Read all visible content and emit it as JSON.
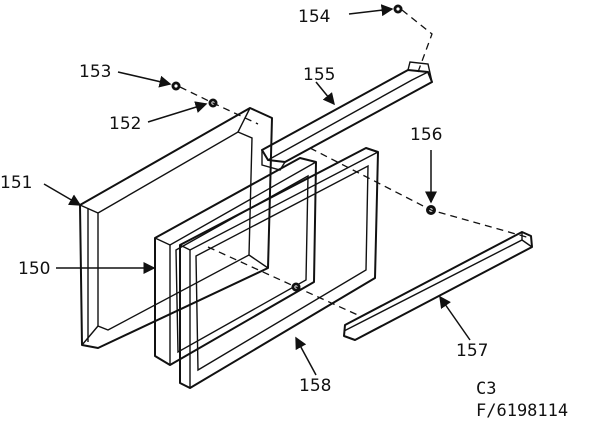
{
  "callouts": {
    "c150": "150",
    "c151": "151",
    "c152": "152",
    "c153": "153",
    "c154": "154",
    "c155": "155",
    "c156": "156",
    "c157": "157",
    "c158": "158"
  },
  "drawing_code": {
    "line1": "C3",
    "line2": "F/6198114"
  }
}
